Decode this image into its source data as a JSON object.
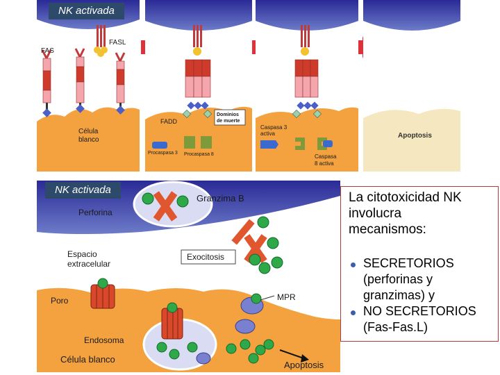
{
  "top_panels": {
    "nk_label": "NK activada",
    "panel1": {
      "fas": "FAS",
      "fasl": "FASL",
      "cell": [
        "Célula",
        "blanco"
      ]
    },
    "panel2": {
      "fadd": "FADD",
      "dominios": [
        "Dominios",
        "de muerte"
      ],
      "procaspasa3": "Procaspasa 3",
      "procaspasa8": "Procaspasa 8"
    },
    "panel3": {
      "caspasa3": [
        "Caspasa 3",
        "activa"
      ],
      "caspasa8": [
        "Caspasa",
        "8 activa"
      ]
    },
    "panel4": {
      "apoptosis": "Apoptosis"
    }
  },
  "bottom_panel": {
    "nk_label": "NK activada",
    "perforina": "Perforina",
    "granzima": "Granzima B",
    "espacio": [
      "Espacio",
      "extracelular"
    ],
    "exocitosis": "Exocitosis",
    "poro": "Poro",
    "mpr": "MPR",
    "endosoma": "Endosoma",
    "celula": "Célula blanco",
    "apoptosis": "Apoptosis"
  },
  "textbox": {
    "title": [
      "La citotoxicidad NK",
      "involucra",
      "mecanismos:"
    ],
    "bullets": [
      [
        "SECRETORIOS",
        "(perforinas y",
        "granzimas) y"
      ],
      [
        "NO SECRETORIOS",
        "(Fas-Fas.L)"
      ]
    ]
  },
  "colors": {
    "nk_cell": "#6b7bc8",
    "nk_cell_dark": "#2e2d9a",
    "target_cell": "#f3a23f",
    "receptor_red": "#cf3b2a",
    "receptor_pink": "#f4a6ac",
    "granzyme_green": "#2fa84a",
    "arrow_red": "#e0303a",
    "label_bg": "#2e4a6b"
  }
}
